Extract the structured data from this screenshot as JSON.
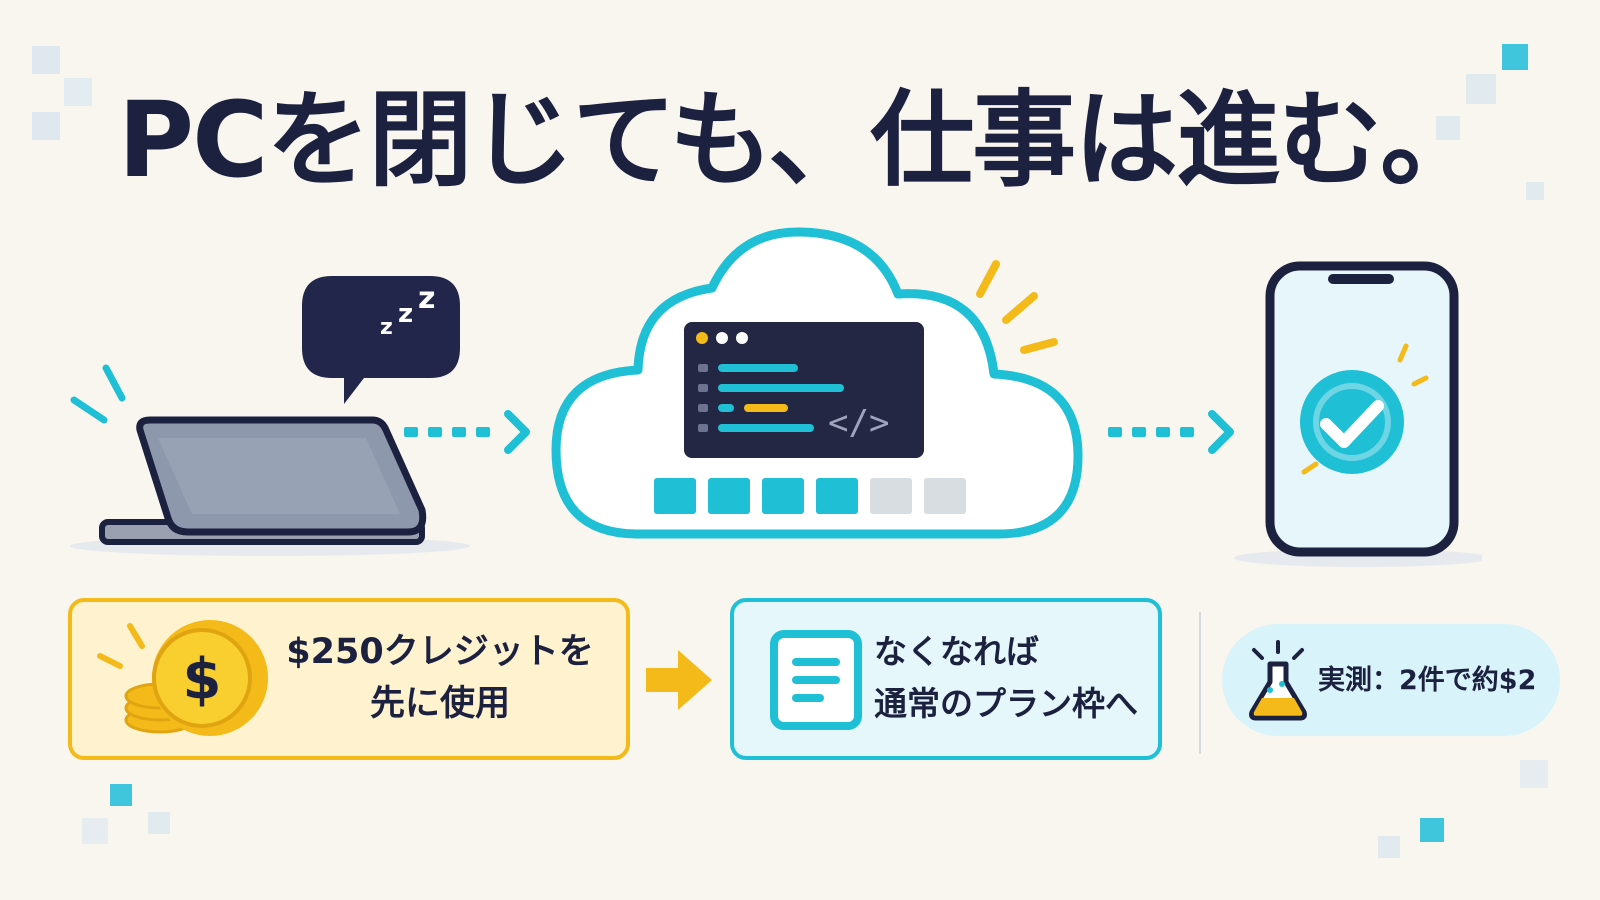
{
  "headline": "PCを閉じても、仕事は進む。",
  "credit_note": {
    "line1": "$250クレジットを",
    "line2": "先に使用"
  },
  "plan_note": {
    "line1": "なくなれば",
    "line2": "通常のプラン枠へ"
  },
  "measured_note": "実測：2件で約$2",
  "progress": {
    "filled_blocks": 4,
    "total_blocks": 6
  },
  "icons": [
    "laptop-icon",
    "sleep-moon-icon",
    "cloud-icon",
    "code-window-icon",
    "smartphone-icon",
    "checkmark-icon",
    "coin-dollar-icon",
    "document-icon",
    "flask-icon",
    "arrow-right-icon"
  ],
  "colors": {
    "navy": "#1c2140",
    "cyan": "#1fbfd6",
    "yellow": "#f4ba19",
    "background": "#f8f6ef"
  }
}
